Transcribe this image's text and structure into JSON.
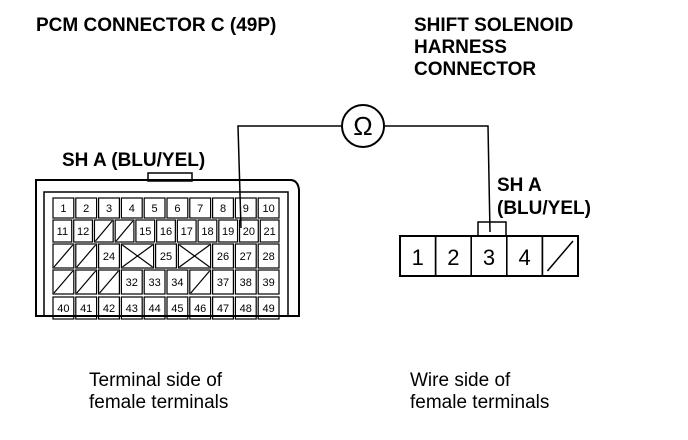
{
  "pcm_title": "PCM CONNECTOR C (49P)",
  "solenoid_title": [
    "SHIFT SOLENOID",
    "HARNESS",
    "CONNECTOR"
  ],
  "pcm_wire_label": "SH A (BLU/YEL)",
  "solenoid_wire_label": [
    "SH A",
    "(BLU/YEL)"
  ],
  "ohm_symbol": "Ω",
  "pcm_caption": [
    "Terminal side of",
    "female terminals"
  ],
  "solenoid_caption": [
    "Wire side of",
    "female terminals"
  ],
  "pcm_rows": [
    [
      "1",
      "2",
      "3",
      "4",
      "5",
      "6",
      "7",
      "8",
      "9",
      "10"
    ],
    [
      "11",
      "12",
      "",
      "",
      "15",
      "16",
      "17",
      "18",
      "19",
      "20",
      "21"
    ],
    [
      "",
      "",
      "24",
      "",
      "25",
      "",
      "26",
      "27",
      "28"
    ],
    [
      "",
      "",
      "",
      "32",
      "33",
      "34",
      "",
      "37",
      "38",
      "39"
    ],
    [
      "40",
      "41",
      "42",
      "43",
      "44",
      "45",
      "46",
      "47",
      "48",
      "49"
    ]
  ],
  "solenoid_pins": [
    "1",
    "2",
    "3",
    "4"
  ],
  "tested_pcm_pin": "20",
  "tested_solenoid_pin": "3"
}
